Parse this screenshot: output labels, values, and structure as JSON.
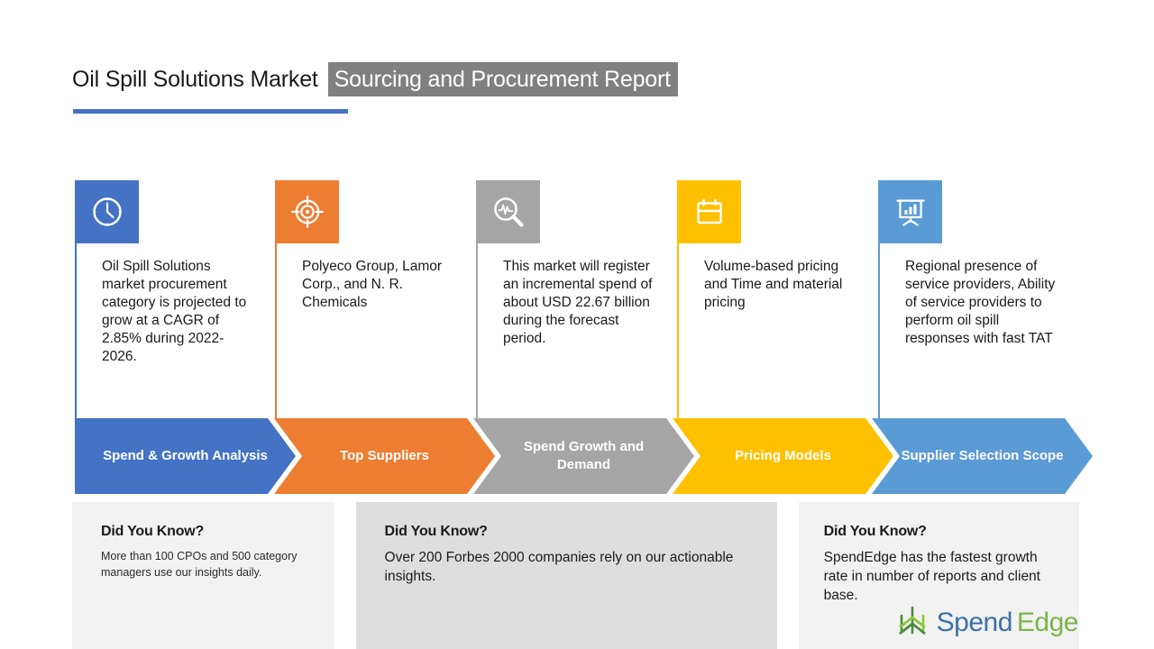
{
  "header": {
    "title_main": "Oil Spill Solutions Market",
    "title_highlight": "Sourcing and Procurement Report",
    "highlight_bg": "#808080",
    "rule_color": "#4472C4"
  },
  "columns": [
    {
      "icon": "clock-icon",
      "color": "#4472C4",
      "text": "Oil Spill Solutions market procurement category is projected to grow at a CAGR of 2.85% during 2022-2026.",
      "stage_label": "Spend & Growth Analysis"
    },
    {
      "icon": "target-icon",
      "color": "#ED7D31",
      "text": "Polyeco Group, Lamor Corp., and N. R. Chemicals",
      "stage_label": "Top Suppliers"
    },
    {
      "icon": "market-analysis-icon",
      "color": "#A5A5A5",
      "text": "This market will register an incremental spend of about USD 22.67 billion during the forecast period.",
      "stage_label": "Spend Growth and Demand"
    },
    {
      "icon": "calendar-icon",
      "color": "#FFC000",
      "text": "Volume-based pricing and Time and material pricing",
      "stage_label": "Pricing Models"
    },
    {
      "icon": "presentation-chart-icon",
      "color": "#5B9BD5",
      "text": "Regional presence of service providers, Ability of service providers to perform oil spill responses with fast TAT",
      "stage_label": "Supplier Selection Scope"
    }
  ],
  "facts": [
    {
      "title": "Did You Know?",
      "body": "More than 100 CPOs and 500 category managers use our insights daily."
    },
    {
      "title": "Did You Know?",
      "body": "Over 200 Forbes 2000 companies rely on our actionable insights."
    },
    {
      "title": "Did You Know?",
      "body": "SpendEdge has the fastest growth rate in number of reports and client base."
    }
  ],
  "logo": {
    "mark": "spendedge-tree-logo-icon",
    "word_first": "Spend",
    "word_second": "Edge",
    "color_first": "#3C6FA8",
    "color_second": "#7AB648"
  }
}
